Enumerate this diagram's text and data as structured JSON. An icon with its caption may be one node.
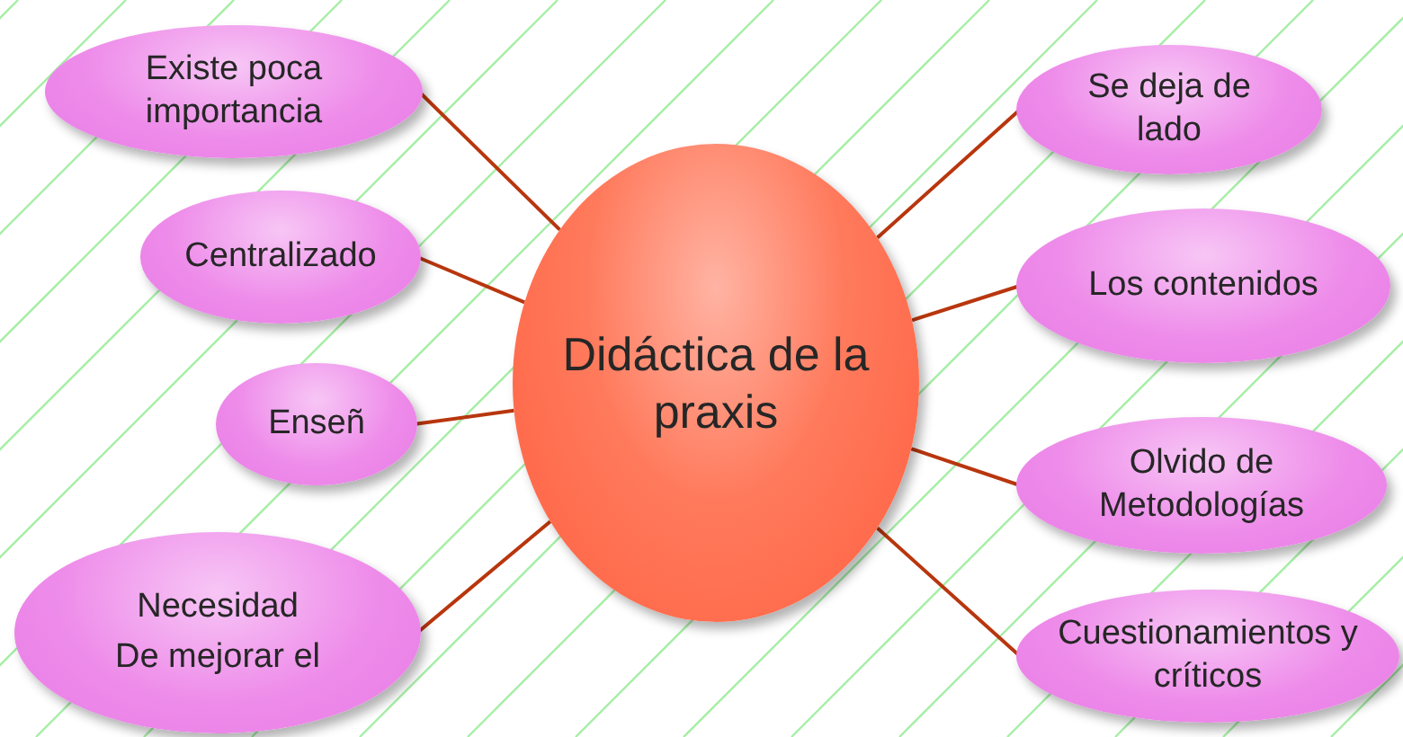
{
  "diagram": {
    "nodes": [
      {
        "text": [
          "Didáctica de la praxis"
        ]
      },
      {
        "text": [
          "Existe poca importancia"
        ]
      },
      {
        "text": [
          "Centralizado"
        ]
      },
      {
        "text": [
          "Enseñ"
        ]
      },
      {
        "text": [
          "Necesidad",
          "De mejorar el"
        ]
      },
      {
        "text": [
          "Se deja de lado"
        ]
      },
      {
        "text": [
          "Los contenidos"
        ]
      },
      {
        "text": [
          "Olvido de Metodologías"
        ]
      },
      {
        "text": [
          "Cuestionamientos y críticos"
        ]
      }
    ],
    "edges": [
      {
        "from": 0,
        "to": 1,
        "arrow": "none"
      },
      {
        "from": 0,
        "to": 2,
        "arrow": "none"
      },
      {
        "from": 0,
        "to": 3,
        "arrow": "none"
      },
      {
        "from": 0,
        "to": 4,
        "arrow": "none"
      },
      {
        "from": 0,
        "to": 5,
        "arrow": "none"
      },
      {
        "from": 0,
        "to": 6,
        "arrow": "none"
      },
      {
        "from": 0,
        "to": 7,
        "arrow": "none"
      },
      {
        "from": 0,
        "to": 8,
        "arrow": "none"
      }
    ]
  }
}
